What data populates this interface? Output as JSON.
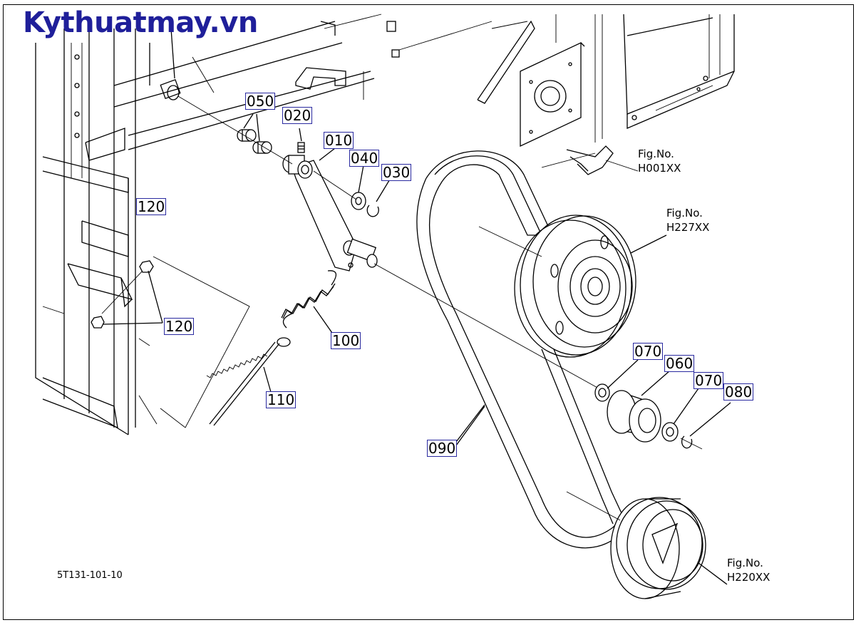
{
  "brand": "Kythuatmay.vn",
  "drawing_code": "5T131-101-10",
  "callouts": {
    "p010": "010",
    "p020": "020",
    "p030": "030",
    "p040": "040",
    "p050": "050",
    "p060": "060",
    "p070a": "070",
    "p070b": "070",
    "p080": "080",
    "p090": "090",
    "p100": "100",
    "p110": "110",
    "p120a": "120",
    "p120b": "120"
  },
  "figure_refs": [
    {
      "title": "Fig.No.",
      "id": "H001XX"
    },
    {
      "title": "Fig.No.",
      "id": "H227XX"
    },
    {
      "title": "Fig.No.",
      "id": "H220XX"
    }
  ],
  "colors": {
    "brand": "#1f1f9a",
    "callout_border": "#2a2aa0",
    "line": "#000000"
  }
}
